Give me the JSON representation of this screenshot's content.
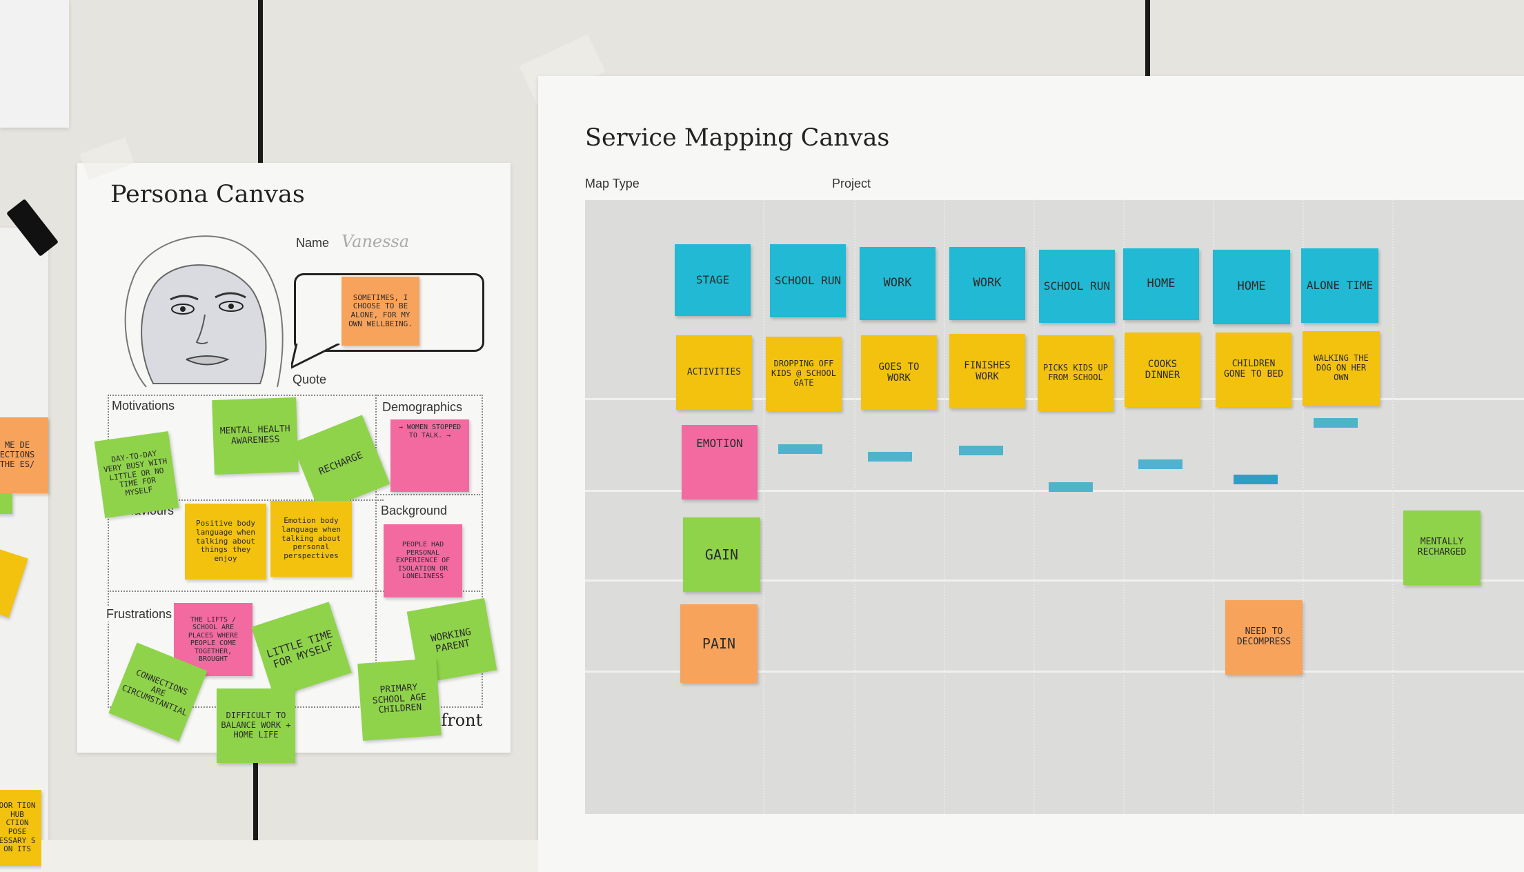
{
  "persona": {
    "title": "Persona Canvas",
    "name_label": "Name",
    "name_value": "Vanessa",
    "quote_label": "Quote",
    "motivations_label": "Motivations",
    "demographics_label": "Demographics",
    "behaviours_label": "Behaviours",
    "background_label": "Background",
    "frustrations_label": "Frustrations",
    "brand_fragment": "dfront",
    "quote_note": "Sometimes, I choose to be alone, for my own wellbeing.",
    "notes": {
      "mental_health": "Mental health awareness",
      "recharge": "Recharge",
      "day_to_day": "Day-to-day very busy with little or no time for myself",
      "women_stopped": "→ Women stopped to talk. →",
      "positive_body": "Positive body language when talking about things they enjoy",
      "emotion_body": "Emotion body language when talking about personal perspectives",
      "people_had": "People had personal experience of isolation or loneliness",
      "lifts": "The lifts / school are places where people come together, brought",
      "little_time": "Little time for myself",
      "working_parent": "Working parent",
      "connections": "Connections are circumstantial",
      "difficult": "Difficult to balance work + home life",
      "primary_school": "Primary school age children"
    }
  },
  "service": {
    "title": "Service Mapping Canvas",
    "map_type_label": "Map Type",
    "project_label": "Project",
    "stage_notes": [
      "Stage",
      "School run",
      "Work",
      "Work",
      "School run",
      "Home",
      "Home",
      "Alone time"
    ],
    "activity_notes": [
      "Activities",
      "Dropping off kids @ school gate",
      "Goes to work",
      "Finishes work",
      "Picks kids up from school",
      "Cooks dinner",
      "Children gone to bed",
      "Walking the dog on her own"
    ],
    "emotion_label": "Emotion",
    "gain_label": "Gain",
    "pain_label": "Pain",
    "gain_note": "Mentally recharged",
    "pain_note": "Need to decompress"
  },
  "left_edge_notes": {
    "orange": "me de ections the es/",
    "yellow": "oor tion hub ction pose essary s on its"
  }
}
